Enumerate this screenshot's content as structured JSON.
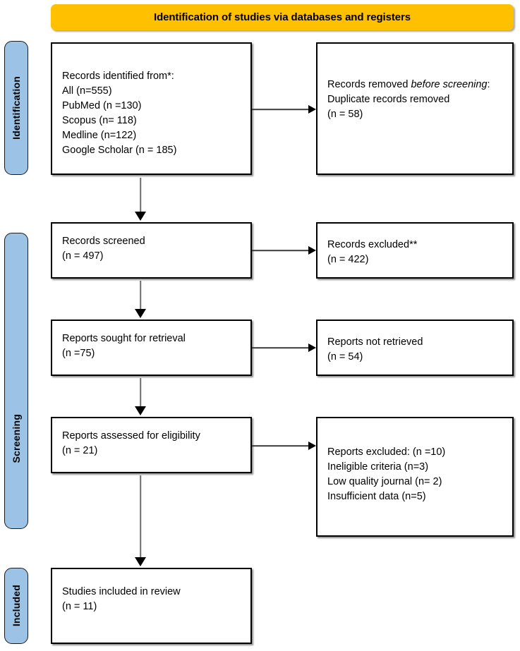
{
  "header": {
    "title": "Identification of studies via databases and registers",
    "background_color": "#FFC000"
  },
  "stage_labels": {
    "background_color": "#9CC3E5",
    "identification": "Identification",
    "screening": "Screening",
    "included": "Included"
  },
  "boxes": {
    "records_identified": {
      "line1": "Records identified from*:",
      "line2": "    All (n=555)",
      "line3": "    PubMed (n =130)",
      "line4": "    Scopus (n= 118)",
      "line5": "    Medline (n=122)",
      "line6": "    Google Scholar (n = 185)",
      "full_text": "Records identified from*:\n    All (n=555)\n    PubMed (n =130)\n    Scopus (n= 118)\n    Medline (n=122)\n    Google Scholar (n = 185)"
    },
    "records_removed": {
      "prefix": "Records removed ",
      "italic": "before screening",
      "suffix": ":",
      "rest": "Duplicate records removed\n (n = 58)"
    },
    "records_screened": {
      "full_text": "Records screened\n(n = 497)"
    },
    "records_excluded": {
      "full_text": "Records excluded**\n(n = 422)"
    },
    "reports_sought": {
      "full_text": "Reports sought for retrieval\n(n =75)"
    },
    "reports_not_retrieved": {
      "full_text": "Reports not retrieved\n(n = 54)"
    },
    "reports_assessed": {
      "full_text": "Reports assessed for eligibility\n(n = 21)"
    },
    "reports_excluded": {
      "full_text": "Reports excluded: (n =10)\n Ineligible criteria (n=3)\nLow quality journal (n= 2)\nInsufficient data (n=5)"
    },
    "studies_included": {
      "full_text": "Studies included in review\n(n = 11)"
    }
  },
  "chart_data": {
    "type": "diagram",
    "title": "Identification of studies via databases and registers",
    "stages": [
      "Identification",
      "Screening",
      "Included"
    ],
    "nodes": [
      {
        "id": "records_identified",
        "stage": "Identification",
        "column": "left",
        "label": "Records identified from*",
        "total": 555,
        "sources": [
          {
            "name": "All",
            "n": 555
          },
          {
            "name": "PubMed",
            "n": 130
          },
          {
            "name": "Scopus",
            "n": 118
          },
          {
            "name": "Medline",
            "n": 122
          },
          {
            "name": "Google Scholar",
            "n": 185
          }
        ]
      },
      {
        "id": "records_removed",
        "stage": "Identification",
        "column": "right",
        "label": "Records removed before screening: Duplicate records removed",
        "n": 58
      },
      {
        "id": "records_screened",
        "stage": "Screening",
        "column": "left",
        "label": "Records screened",
        "n": 497
      },
      {
        "id": "records_excluded",
        "stage": "Screening",
        "column": "right",
        "label": "Records excluded**",
        "n": 422
      },
      {
        "id": "reports_sought",
        "stage": "Screening",
        "column": "left",
        "label": "Reports sought for retrieval",
        "n": 75
      },
      {
        "id": "reports_not_retrieved",
        "stage": "Screening",
        "column": "right",
        "label": "Reports not retrieved",
        "n": 54
      },
      {
        "id": "reports_assessed",
        "stage": "Screening",
        "column": "left",
        "label": "Reports assessed for eligibility",
        "n": 21
      },
      {
        "id": "reports_excluded",
        "stage": "Screening",
        "column": "right",
        "label": "Reports excluded",
        "n": 10,
        "reasons": [
          {
            "name": "Ineligible criteria",
            "n": 3
          },
          {
            "name": "Low quality journal",
            "n": 2
          },
          {
            "name": "Insufficient data",
            "n": 5
          }
        ]
      },
      {
        "id": "studies_included",
        "stage": "Included",
        "column": "left",
        "label": "Studies included in review",
        "n": 11
      }
    ],
    "edges": [
      {
        "from": "records_identified",
        "to": "records_removed",
        "direction": "right"
      },
      {
        "from": "records_identified",
        "to": "records_screened",
        "direction": "down"
      },
      {
        "from": "records_screened",
        "to": "records_excluded",
        "direction": "right"
      },
      {
        "from": "records_screened",
        "to": "reports_sought",
        "direction": "down"
      },
      {
        "from": "reports_sought",
        "to": "reports_not_retrieved",
        "direction": "right"
      },
      {
        "from": "reports_sought",
        "to": "reports_assessed",
        "direction": "down"
      },
      {
        "from": "reports_assessed",
        "to": "reports_excluded",
        "direction": "right"
      },
      {
        "from": "reports_assessed",
        "to": "studies_included",
        "direction": "down"
      }
    ]
  }
}
